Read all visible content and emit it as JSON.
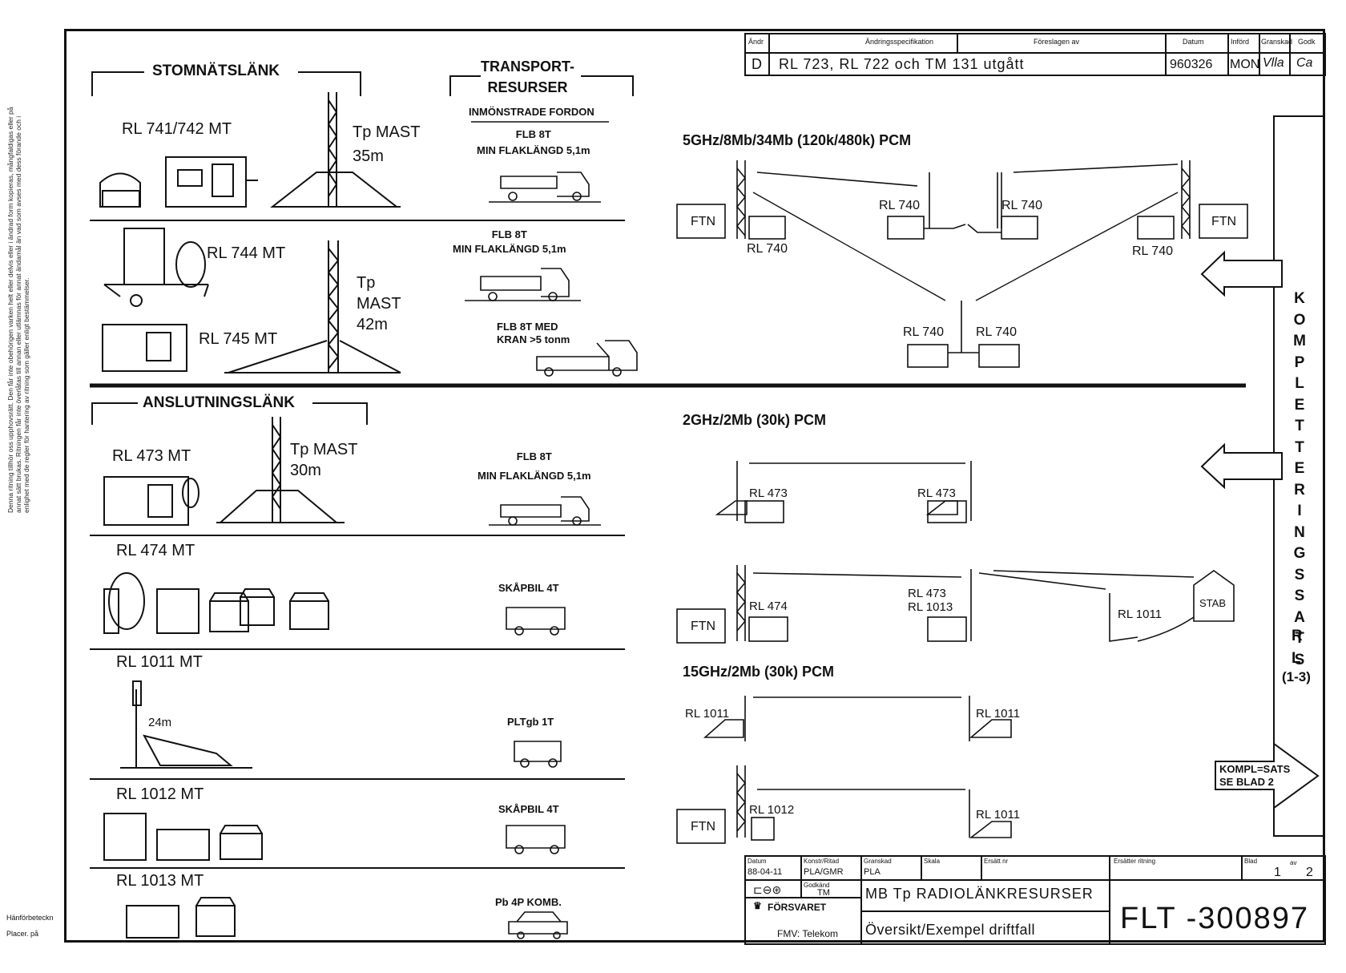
{
  "margin_note": "Denna ritning tillhör oss upphovsrätt. Den får inte obehörigen varken helt eller delvis eller i ändrad form kopieras, mångfaldigas eller på annat sätt brukas. Ritningen får inte överlåtas till annan eller utlämnas för annat ändamål än vad som avses med dess förande och i enlighet med de regler för hantering av ritning som gäller enligt bestämmelser.",
  "left_footer": {
    "ref_label": "Hänförbeteckn",
    "placed_label": "Placer. på"
  },
  "revision_block": {
    "headers": [
      "Ändr",
      "Ändringsspecifikation",
      "Föreslagen av",
      "Datum",
      "Införd",
      "Granskad",
      "Godk"
    ],
    "row": {
      "rev": "D",
      "spec": "RL 723, RL 722 och TM 131 utgått",
      "date": "960326",
      "introduced": "MON",
      "checked": "Vlla",
      "approved": "Ca"
    }
  },
  "left_sections": {
    "stomnat": {
      "header": "STOMNÄTSLÄNK",
      "items": [
        {
          "label": "RL 741/742 MT",
          "mast": "Tp MAST\n35m"
        },
        {
          "label": "RL 744 MT",
          "mast": "Tp\nMAST\n42m"
        },
        {
          "label": "RL 745 MT"
        }
      ]
    },
    "transport": {
      "header": "TRANSPORT-\nRESURSER",
      "subheader": "INMÖNSTRADE FORDON",
      "vehicles": [
        "FLB 8T\nMIN FLAKLÄNGD 5,1m",
        "FLB 8T\nMIN FLAKLÄNGD 5,1m",
        "FLB 8T MED\nKRAN >5 tonm",
        "FLB 8T\nMIN FLAKLÄNGD 5,1m",
        "SKÅPBIL 4T",
        "PLTgb 1T",
        "SKÅPBIL 4T",
        "Pb 4P KOMB."
      ]
    },
    "anslutning": {
      "header": "ANSLUTNINGSLÄNK",
      "items": [
        {
          "label": "RL 473 MT",
          "mast": "Tp MAST\n30m"
        },
        {
          "label": "RL 474 MT"
        },
        {
          "label": "RL 1011 MT",
          "mast": "24m"
        },
        {
          "label": "RL 1012 MT"
        },
        {
          "label": "RL 1013 MT"
        }
      ]
    }
  },
  "right_sections": {
    "s5ghz": {
      "title": "5GHz/8Mb/34Mb (120k/480k) PCM",
      "ftn": "FTN",
      "rl740": "RL 740"
    },
    "s2ghz": {
      "title": "2GHz/2Mb (30k) PCM",
      "rl473": "RL 473",
      "rl474": "RL 474",
      "rl473_1013": "RL 473\nRL 1013",
      "rl1011": "RL 1011",
      "stab": "STAB",
      "ftn": "FTN"
    },
    "s15ghz": {
      "title": "15GHz/2Mb (30k) PCM",
      "rl1011": "RL 1011",
      "rl1012": "RL 1012",
      "ftn": "FTN"
    }
  },
  "side_bar": {
    "letters": [
      "K",
      "O",
      "M",
      "P",
      "L",
      "E",
      "T",
      "T",
      "E",
      "R",
      "I",
      "N",
      "G",
      "S",
      "S",
      "A",
      "T",
      "S"
    ],
    "rl": "R\nL",
    "range": "(1-3)",
    "kompl_note": "KOMPL=SATS\nSE BLAD 2"
  },
  "title_block": {
    "date_label": "Datum",
    "date": "88-04-11",
    "constructed_label": "Konstr/Ritad",
    "constructed": "PLA/GMR",
    "checked_label": "Granskad",
    "checked": "PLA",
    "approved_label": "Godkänd",
    "approved": "TM",
    "scale_label": "Skala",
    "doc_label": "Ersätter ritning",
    "sheet_label": "Blad",
    "sheet": "1",
    "sheet_of": "av",
    "sheet_total": "2",
    "similar_label": "Ersätt nr",
    "org1": "FÖRSVARET",
    "org2": "FMV: Telekom",
    "title1": "MB Tp RADIOLÄNKRESURSER",
    "title2": "Översikt/Exempel driftfall",
    "number": "FLT -300897"
  }
}
